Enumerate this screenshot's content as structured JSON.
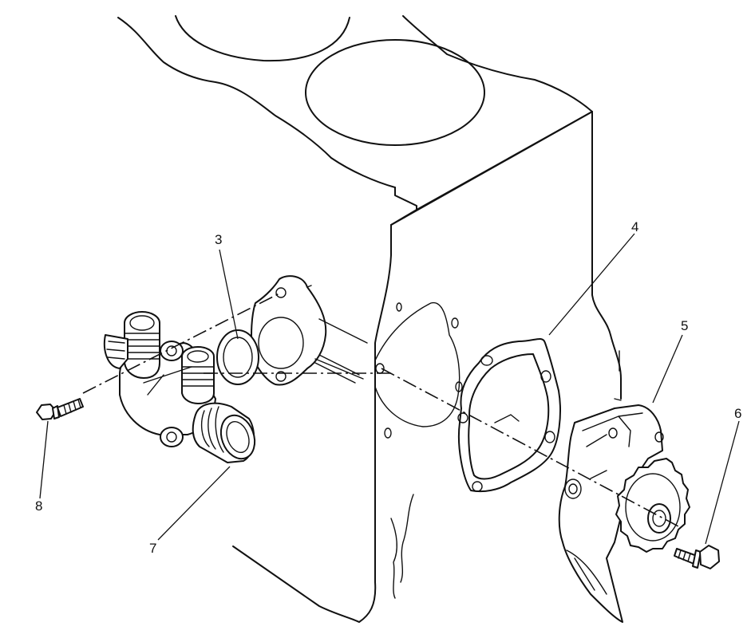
{
  "callouts": [
    {
      "id": "3",
      "text": "3"
    },
    {
      "id": "4",
      "text": "4"
    },
    {
      "id": "5",
      "text": "5"
    },
    {
      "id": "6",
      "text": "6"
    },
    {
      "id": "7",
      "text": "7"
    },
    {
      "id": "8",
      "text": "8"
    }
  ]
}
